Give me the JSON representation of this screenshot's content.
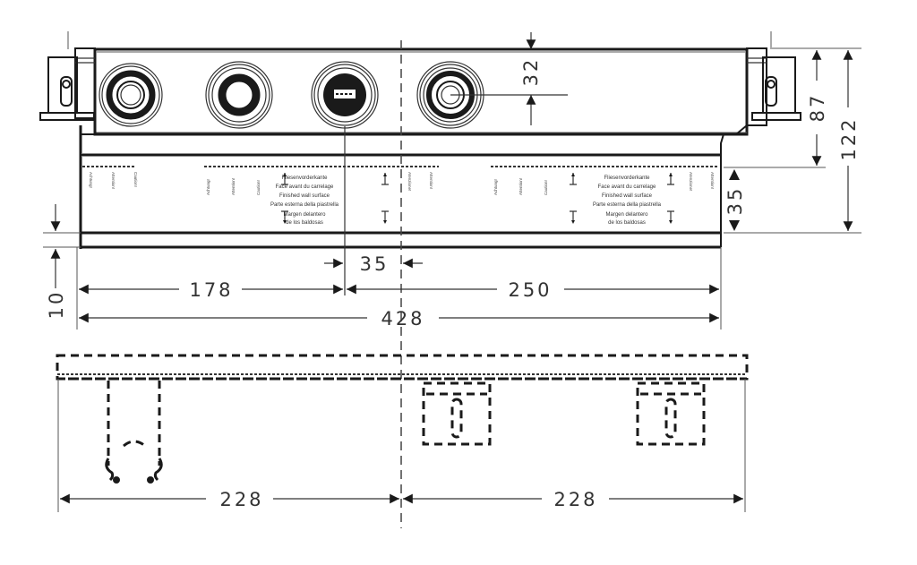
{
  "drawing": {
    "title": "Concealed installation body – technical dimension drawing",
    "units": "mm",
    "views": {
      "front": {
        "ports": [
          {
            "id": "port-1",
            "type": "threaded-outlet"
          },
          {
            "id": "port-2",
            "type": "open-outlet"
          },
          {
            "id": "port-3",
            "type": "cartridge-outlet"
          },
          {
            "id": "port-4",
            "type": "threaded-outlet"
          }
        ],
        "tile_guide_label": {
          "lines": [
            "Fliesenvorderkante",
            "Face avant du carrelage",
            "Finished wall surface",
            "Parte esterna della piastrella",
            "Margen delantero",
            "de los baldosas"
          ]
        },
        "side_labels": [
          "Achtung!",
          "Attention!",
          "Caution!",
          "Atenzione!"
        ]
      },
      "top": {
        "elements": [
          "mounting-bracket",
          "valve-housing-1",
          "valve-housing-2"
        ]
      }
    },
    "dimensions": {
      "port_offset_top": "32",
      "depth_total": "122",
      "depth_upper": "87",
      "tile_zone": "35",
      "base_offset": "10",
      "centre_offset": "35",
      "left_to_port": "178",
      "port_to_right": "250",
      "overall_width": "428",
      "top_left_half": "228",
      "top_right_half": "228"
    }
  }
}
